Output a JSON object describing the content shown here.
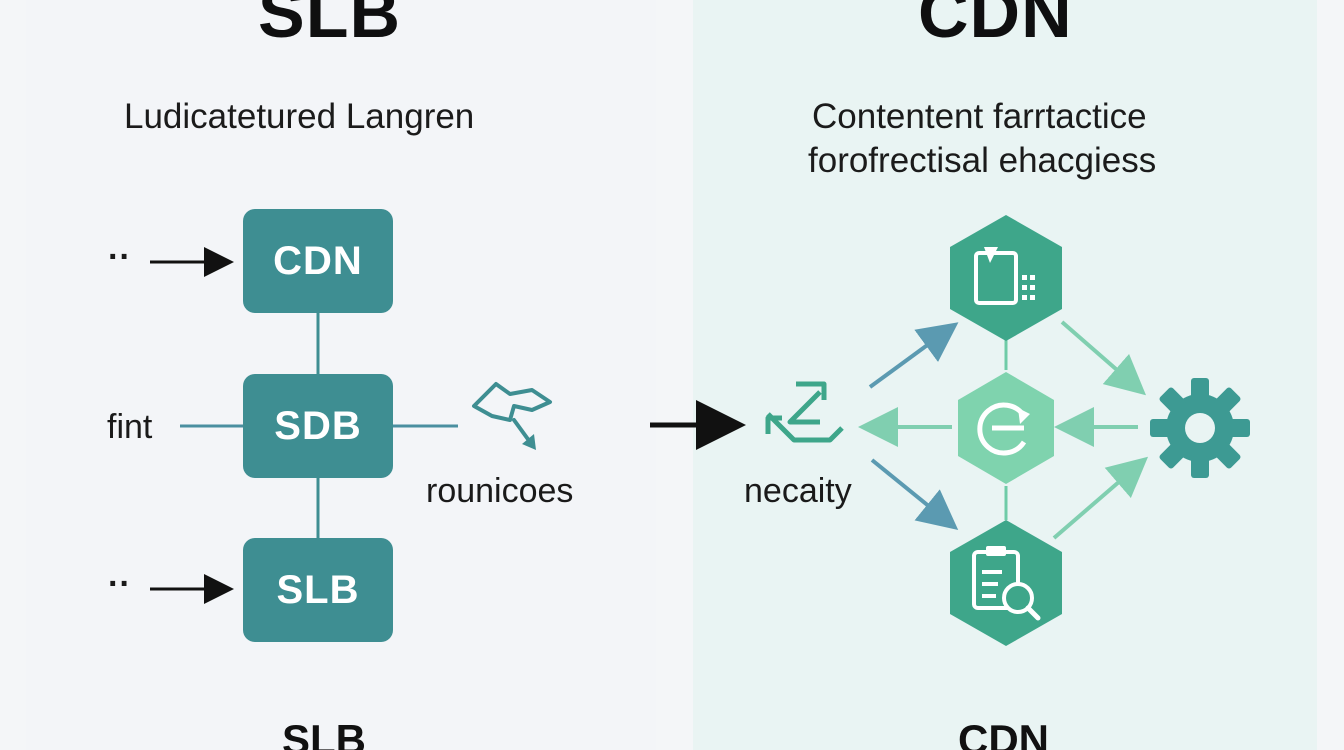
{
  "left": {
    "title": "SLB",
    "subtitle": "Ludicatetured Langren",
    "nodes": [
      {
        "label": "CDN"
      },
      {
        "label": "SDB"
      },
      {
        "label": "SLB"
      }
    ],
    "dots_top": "··",
    "dots_bottom": "··",
    "side_label": "fint",
    "route_label": "rounicoes",
    "footer": "SLB"
  },
  "right": {
    "title": "CDN",
    "subtitle_line1": "Contentent farrtactice",
    "subtitle_line2": "forofrectisal ehacgiess",
    "source_label": "necaity",
    "footer": "CDN",
    "icons": [
      "document-edit-icon",
      "sync-icon",
      "clipboard-search-icon",
      "gear-icon",
      "route-icon"
    ]
  },
  "colors": {
    "node_teal": "#3e8e92",
    "hex_dark": "#3ea68a",
    "hex_light": "#6fcba7",
    "arrow_blue": "#5b9ab1",
    "arrow_green": "#80cfb0",
    "gear": "#3d9a93"
  }
}
